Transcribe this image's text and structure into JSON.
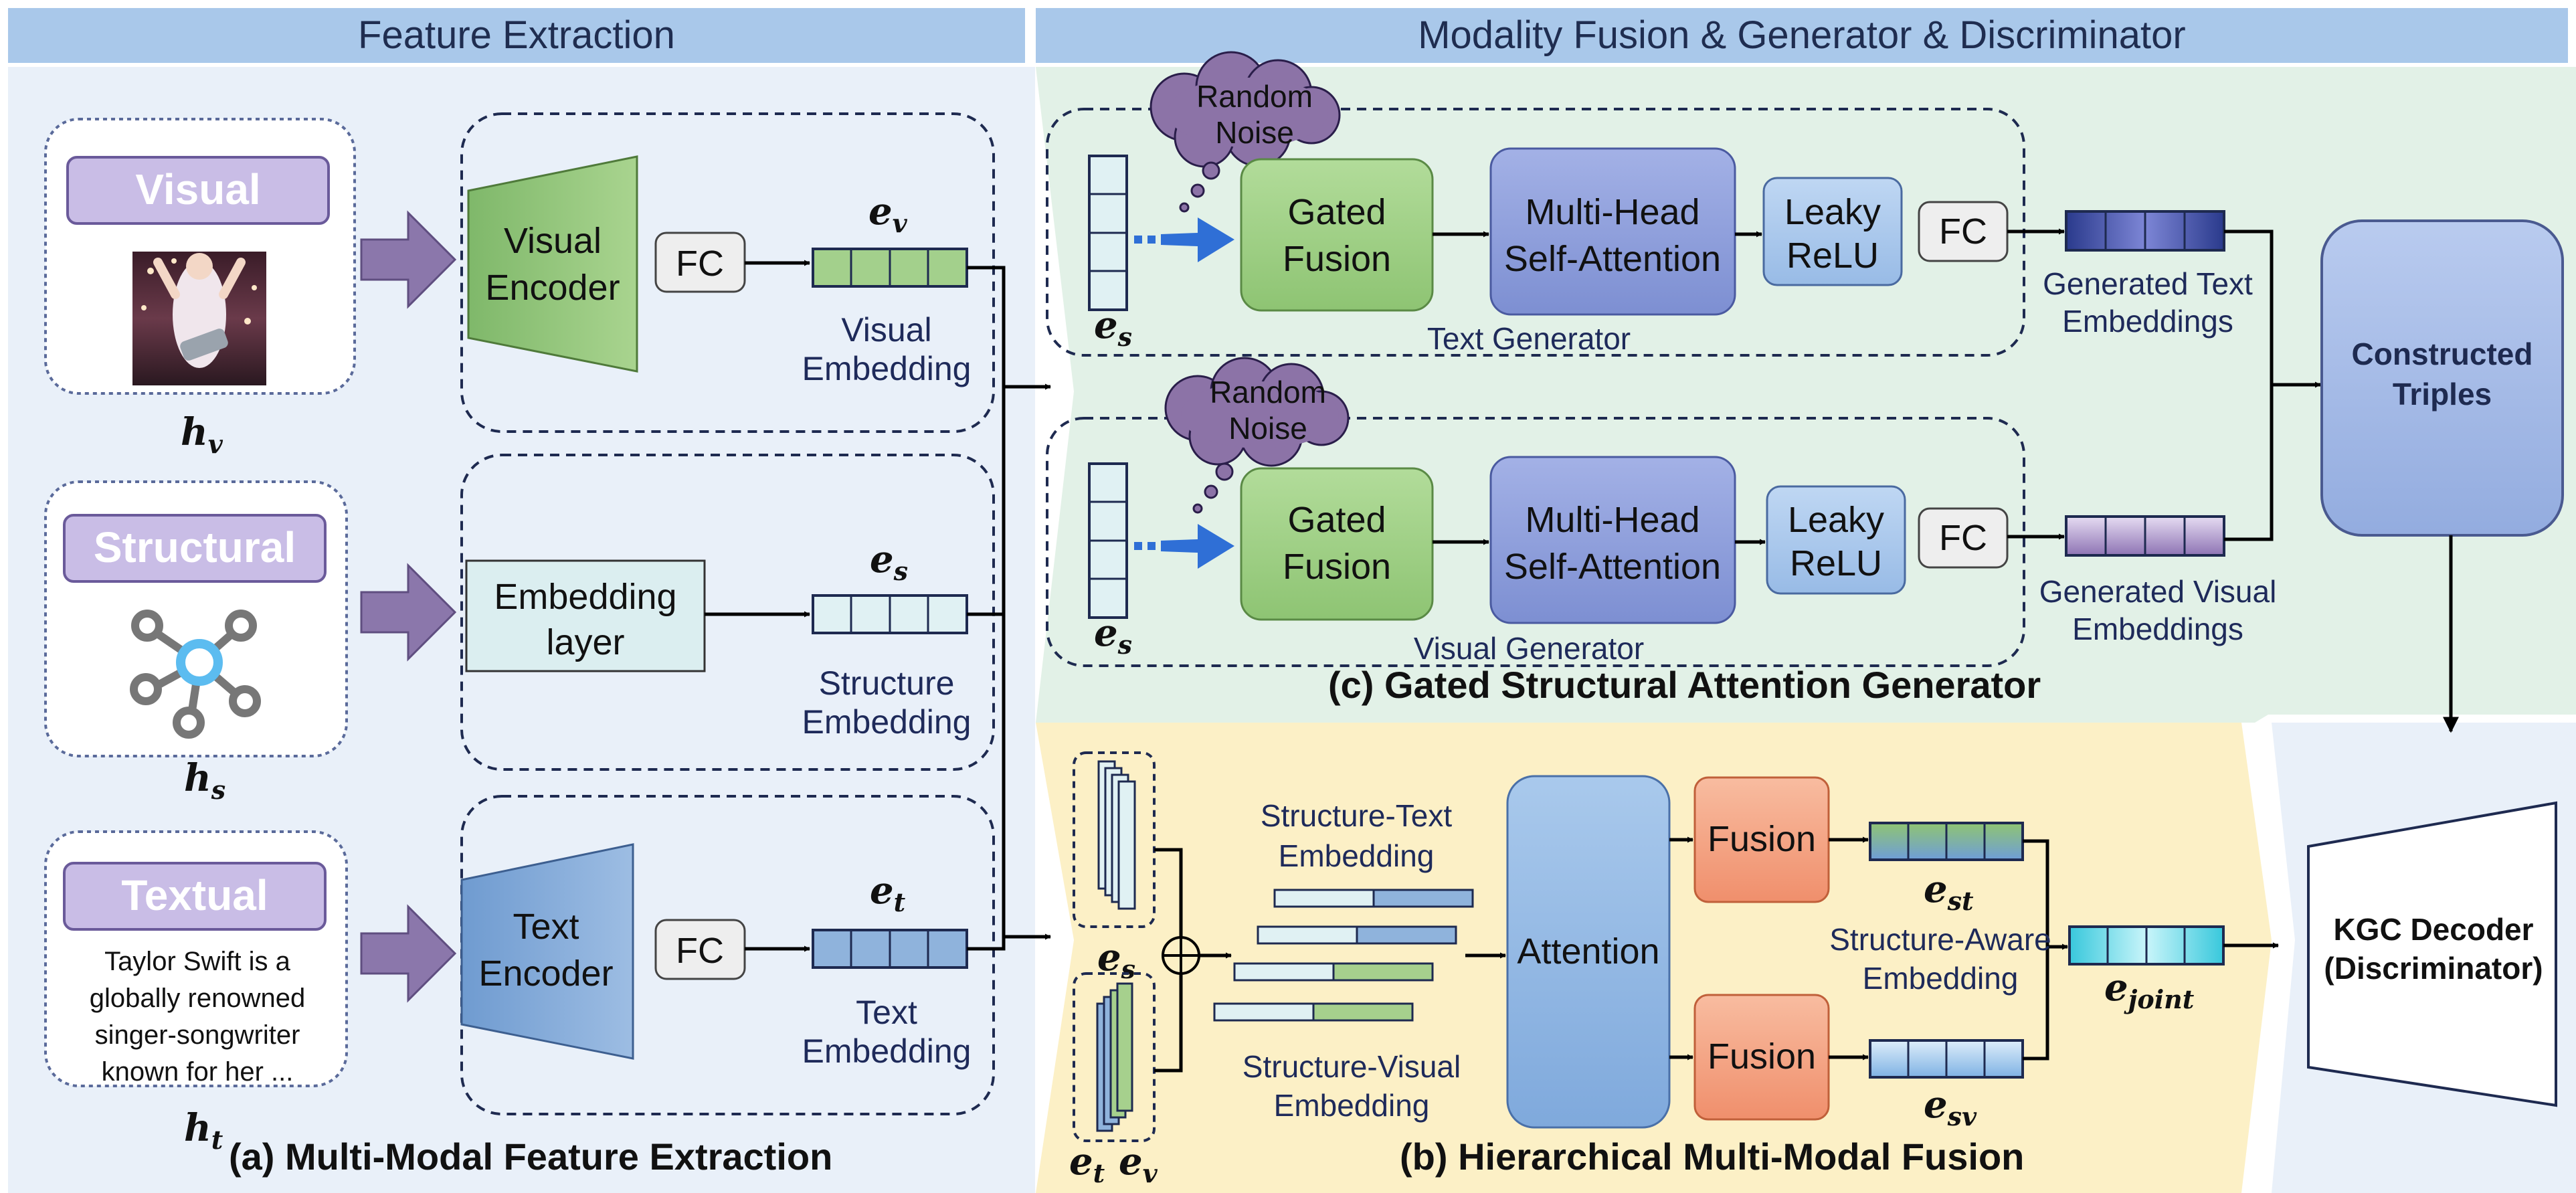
{
  "headers": {
    "left": "Feature Extraction",
    "right": "Modality Fusion & Generator & Discriminator"
  },
  "captions": {
    "a": "(a) Multi-Modal Feature Extraction",
    "b": "(b) Hierarchical Multi-Modal Fusion",
    "c": "(c) Gated Structural Attention Generator"
  },
  "modalities": {
    "visual": "Visual",
    "structural": "Structural",
    "textual": "Textual",
    "text_sample": [
      "Taylor Swift is a",
      "globally renowned",
      "singer-songwriter",
      "known for her ..."
    ]
  },
  "symbols": {
    "h": "h",
    "e": "e",
    "v": "v",
    "s": "s",
    "t": "t",
    "st": "st",
    "sv": "sv",
    "joint": "joint"
  },
  "extraction": {
    "visual_encoder": [
      "Visual",
      "Encoder"
    ],
    "text_encoder": [
      "Text",
      "Encoder"
    ],
    "fc": "FC",
    "embedding_layer": [
      "Embedding",
      "layer"
    ],
    "visual_embedding": [
      "Visual",
      "Embedding"
    ],
    "structure_embedding": [
      "Structure",
      "Embedding"
    ],
    "text_embedding": [
      "Text",
      "Embedding"
    ]
  },
  "generator": {
    "random_noise": [
      "Random",
      "Noise"
    ],
    "gated_fusion": [
      "Gated",
      "Fusion"
    ],
    "mhsa": [
      "Multi-Head",
      "Self-Attention"
    ],
    "leaky_relu": [
      "Leaky",
      "ReLU"
    ],
    "fc": "FC",
    "text_generator": "Text Generator",
    "visual_generator": "Visual Generator",
    "generated_text": [
      "Generated Text",
      "Embeddings"
    ],
    "generated_visual": [
      "Generated Visual",
      "Embeddings"
    ],
    "constructed_triples": [
      "Constructed",
      "Triples"
    ]
  },
  "fusion": {
    "structure_text": [
      "Structure-Text",
      "Embedding"
    ],
    "structure_visual": [
      "Structure-Visual",
      "Embedding"
    ],
    "attention": "Attention",
    "fusion": "Fusion",
    "structure_aware": [
      "Structure-Aware",
      "Embedding"
    ],
    "kgc_decoder": [
      "KGC Decoder",
      "(Discriminator)"
    ]
  },
  "colors": {
    "left_bg": "#e9f0f9",
    "generator_bg": "#e2f1e7",
    "fusion_bg": "#fcf0c6",
    "header_bar": "#a9c8ea",
    "modal_label": "#c9bde6",
    "green": "#a6d08d",
    "blue": "#8fb3dc",
    "purple_arrow": "#8b77ab",
    "fusion_orange": "#f5a786",
    "mhsa": "#8f9fdc",
    "cloud": "#8c73a7"
  }
}
